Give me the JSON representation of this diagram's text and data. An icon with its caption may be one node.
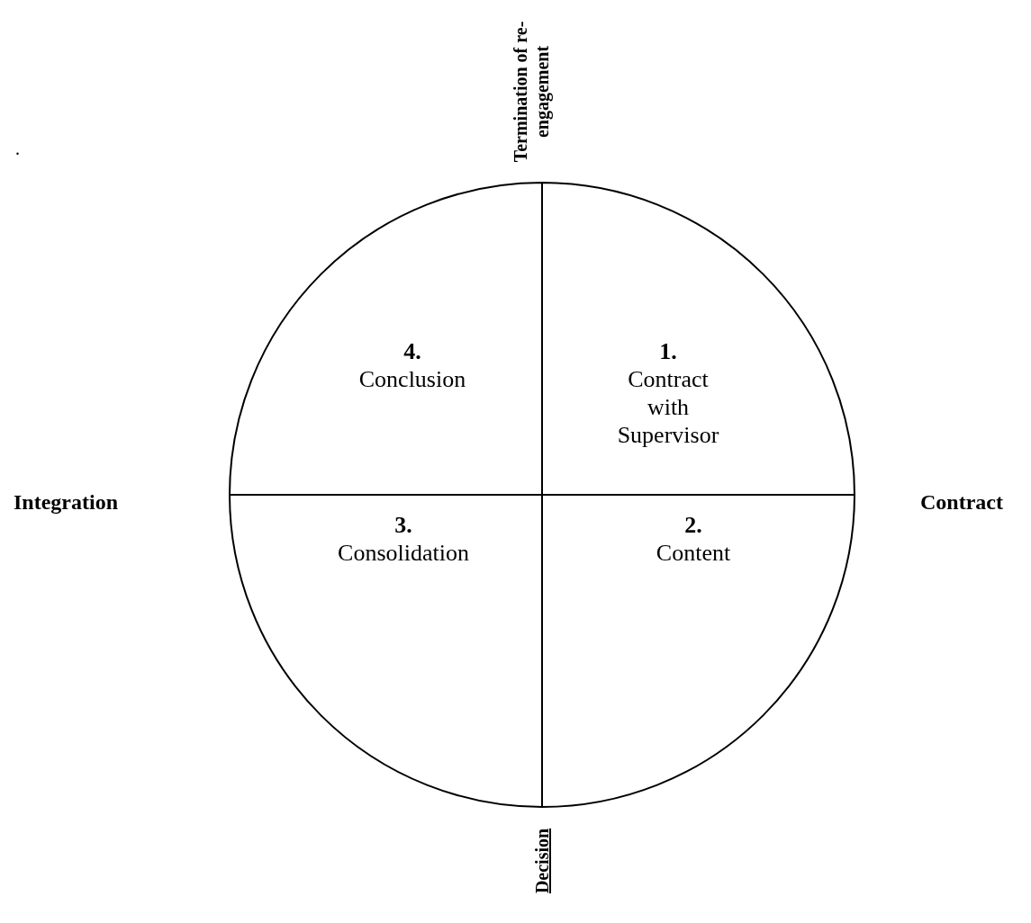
{
  "diagram": {
    "nodes": [
      {
        "text": [
          "4.",
          "Conclusion"
        ]
      },
      {
        "text": [
          "1.",
          "Contract with Supervisor"
        ]
      },
      {
        "text": [
          "3.",
          "Consolidation"
        ]
      },
      {
        "text": [
          "2.",
          "Content"
        ]
      }
    ],
    "labels": [
      ".",
      "Termination of re-engagement",
      "Integration",
      "Contract",
      "Decision"
    ]
  }
}
